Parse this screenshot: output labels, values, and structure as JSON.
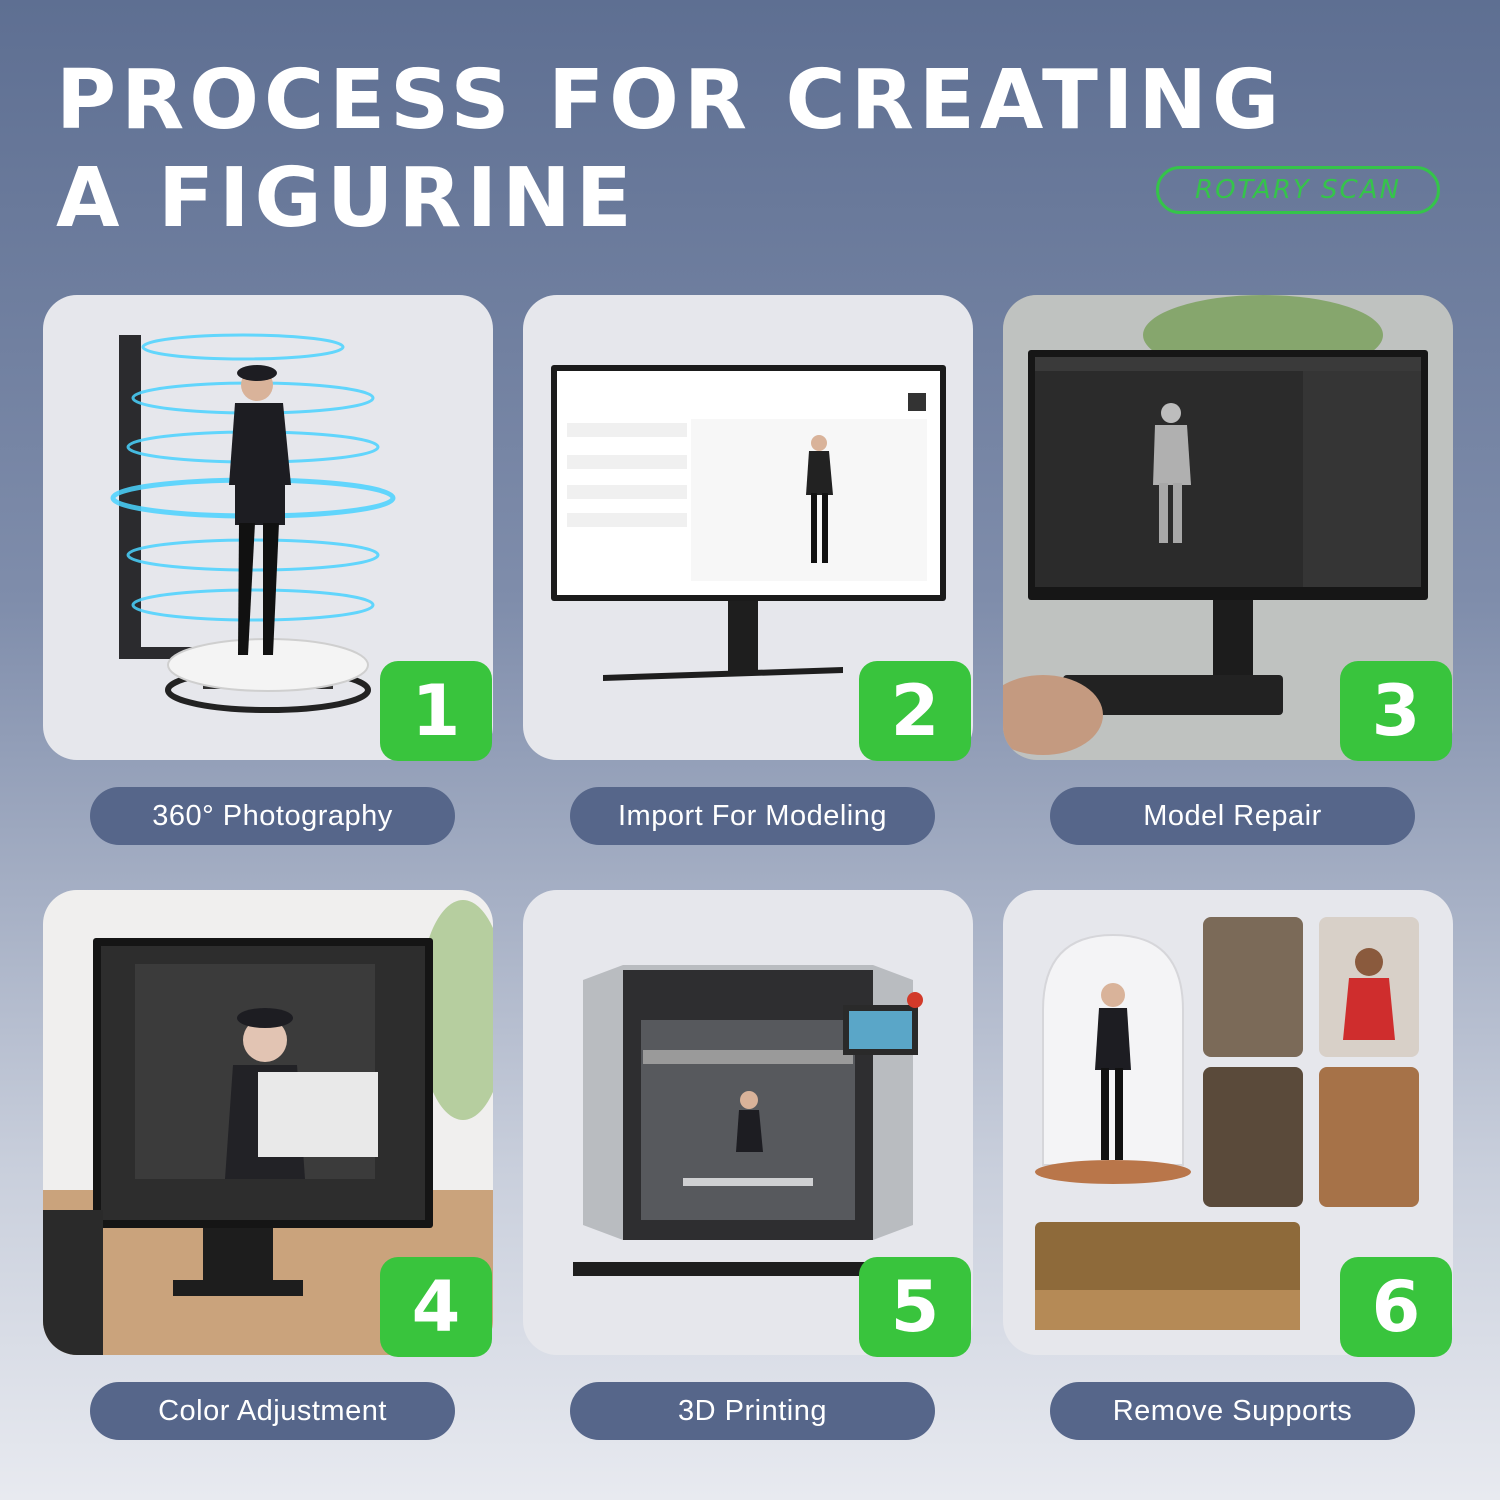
{
  "header": {
    "title_line1": "PROCESS FOR CREATING",
    "title_line2": "A FIGURINE",
    "badge": "ROTARY SCAN"
  },
  "colors": {
    "accent_green": "#39c43d",
    "pill_blue": "#56668a",
    "background_top": "#5e6f92"
  },
  "steps": [
    {
      "number": "1",
      "label": "360° Photography"
    },
    {
      "number": "2",
      "label": "Import For Modeling"
    },
    {
      "number": "3",
      "label": "Model Repair"
    },
    {
      "number": "4",
      "label": "Color Adjustment"
    },
    {
      "number": "5",
      "label": "3D Printing"
    },
    {
      "number": "6",
      "label": "Remove Supports"
    }
  ]
}
